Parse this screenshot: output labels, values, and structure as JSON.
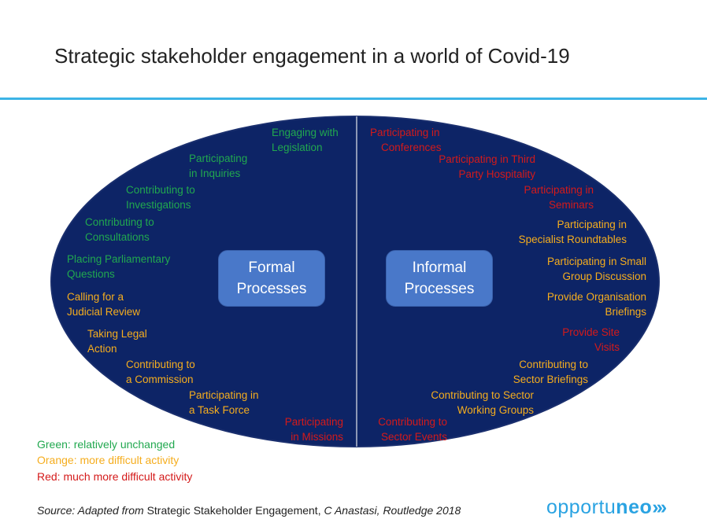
{
  "title": "Strategic stakeholder engagement in a world of Covid-19",
  "colors": {
    "green": "#21a84f",
    "orange": "#f5ad1e",
    "red": "#d41a1a",
    "ellipse": "#0d2466",
    "box": "#4978c9",
    "accent": "#3cb4e6"
  },
  "formal": {
    "label_line1": "Formal",
    "label_line2": "Processes",
    "items": [
      {
        "line1": "Engaging with",
        "line2": "Legislation"
      },
      {
        "line1": "Participating",
        "line2": "in Inquiries"
      },
      {
        "line1": "Contributing to",
        "line2": "Investigations"
      },
      {
        "line1": "Contributing to",
        "line2": "Consultations"
      },
      {
        "line1": "Placing Parliamentary",
        "line2": "Questions"
      },
      {
        "line1": "Calling for a",
        "line2": "Judicial Review"
      },
      {
        "line1": "Taking Legal",
        "line2": "Action"
      },
      {
        "line1": "Contributing to",
        "line2": "a Commission"
      },
      {
        "line1": "Participating in",
        "line2": "a Task Force"
      },
      {
        "line1": "Participating",
        "line2": "in  Missions"
      }
    ]
  },
  "informal": {
    "label_line1": "Informal",
    "label_line2": "Processes",
    "items": [
      {
        "line1": "Participating in",
        "line2": "Conferences"
      },
      {
        "line1": "Participating in Third",
        "line2": "Party Hospitality"
      },
      {
        "line1": "Participating in",
        "line2": "Seminars"
      },
      {
        "line1": "Participating in",
        "line2": "Specialist Roundtables"
      },
      {
        "line1": "Participating in Small",
        "line2": "Group Discussion"
      },
      {
        "line1": "Provide Organisation",
        "line2": "Briefings"
      },
      {
        "line1": "Provide Site",
        "line2": "Visits"
      },
      {
        "line1": "Contributing to",
        "line2": "Sector Briefings"
      },
      {
        "line1": "Contributing to Sector",
        "line2": "Working Groups"
      },
      {
        "line1": "Contributing to",
        "line2": "Sector Events"
      }
    ]
  },
  "legend": {
    "green": "Green: relatively unchanged",
    "orange": "Orange: more difficult activity",
    "red": "Red: much more difficult activity"
  },
  "source": {
    "prefix": "Source: Adapted from",
    "book": "Strategic Stakeholder  Engagement,",
    "suffix": "C Anastasi, Routledge 2018"
  },
  "logo": {
    "part1": "opportu",
    "part2": "neo",
    "arrows": "›››"
  }
}
